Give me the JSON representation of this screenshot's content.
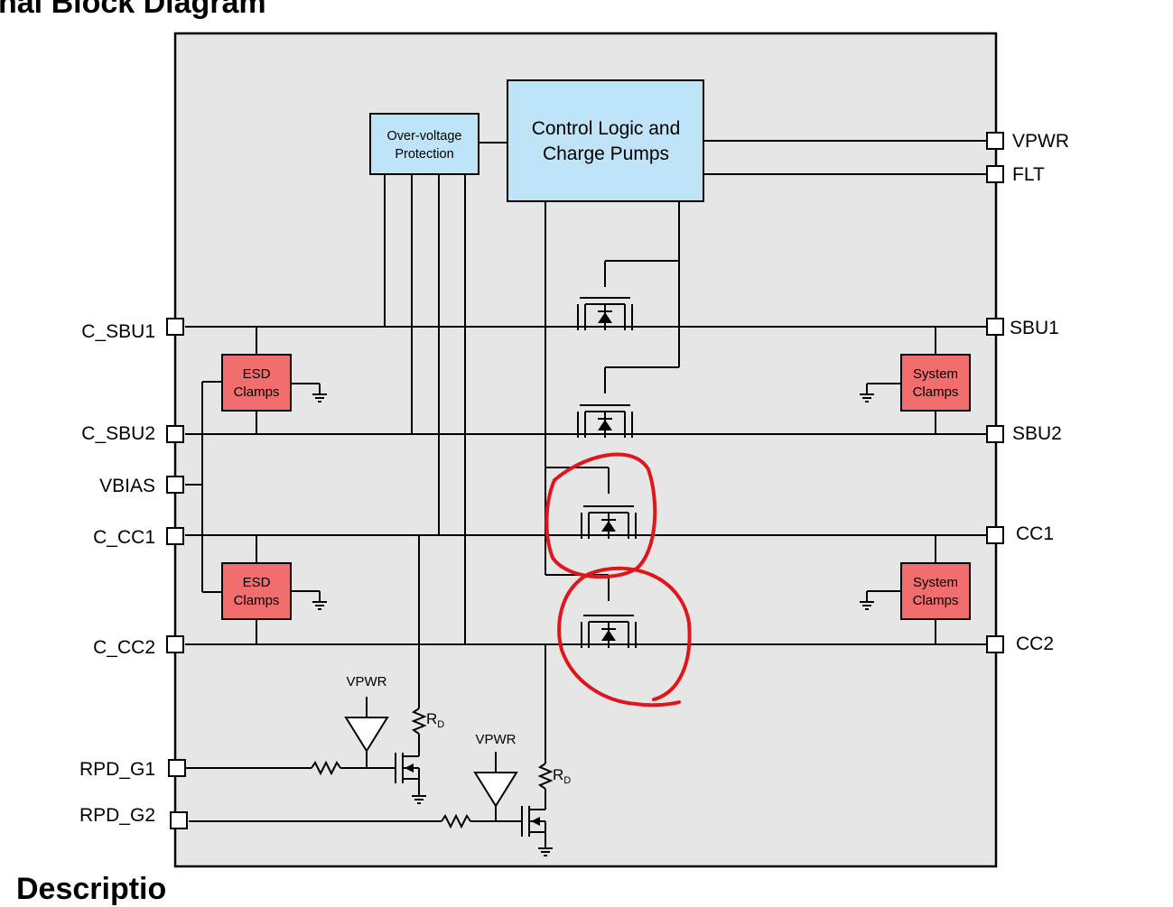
{
  "headings": {
    "top": "nal Block Diagram",
    "bottom": "Descriptio"
  },
  "blocks": {
    "ovp": [
      "Over-voltage",
      "Protection"
    ],
    "control": [
      "Control Logic and",
      "Charge Pumps"
    ],
    "esd": [
      "ESD",
      "Clamps"
    ],
    "system": [
      "System",
      "Clamps"
    ]
  },
  "pins": {
    "vpwr": "VPWR",
    "flt": "FLT",
    "c_sbu1": "C_SBU1",
    "c_sbu2": "C_SBU2",
    "vbias": "VBIAS",
    "c_cc1": "C_CC1",
    "c_cc2": "C_CC2",
    "rpd_g1": "RPD_G1",
    "rpd_g2": "RPD_G2",
    "sbu1": "SBU1",
    "sbu2": "SBU2",
    "cc1": "CC1",
    "cc2": "CC2"
  },
  "labels": {
    "vpwr_small": "VPWR",
    "rd_main": "R",
    "rd_sub": "D"
  },
  "colors": {
    "chip_fill": "#e6e6e6",
    "control_fill": "#bfe3f7",
    "clamp_fill": "#f26d6d",
    "annotation": "#e0161d"
  }
}
